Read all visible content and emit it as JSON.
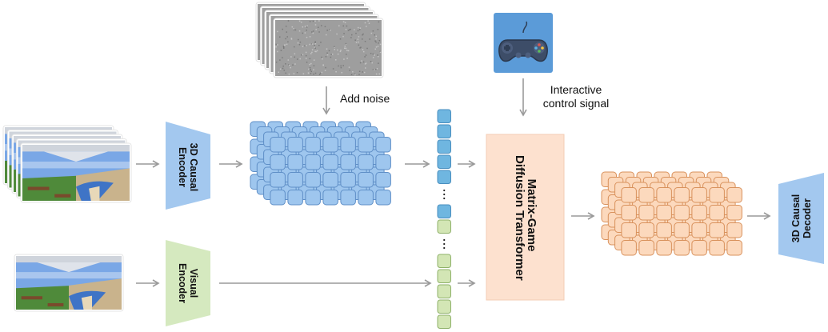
{
  "title": "Matrix-Game architecture diagram",
  "colors": {
    "latent_blue": "#9ec6ee",
    "latent_blue_border": "#5f8fc7",
    "token_blue": "#6fb6e0",
    "token_green": "#d3e6b5",
    "token_green_border": "#8fb16a",
    "output_orange": "#fcd9bd",
    "output_orange_border": "#d9925d",
    "encoder_blue": "#a3c8ef",
    "visual_encoder_green": "#d5e9bf",
    "dit_fill": "#fde1cf",
    "gamepad_bg": "#5b9bd8",
    "arrow": "#9a9a9a"
  },
  "inputs": {
    "video_frames": {
      "label": "input-video-frames",
      "count": 5
    },
    "reference_image": {
      "label": "reference-image"
    },
    "noise_frames": {
      "label": "noise-frames",
      "count": 5
    },
    "controller_icon": "gamepad-icon"
  },
  "labels": {
    "add_noise": "Add noise",
    "control_signal_line1": "Interactive",
    "control_signal_line2": "control signal"
  },
  "modules": {
    "causal_encoder": {
      "line1": "3D Causal",
      "line2": "Encoder"
    },
    "visual_encoder": {
      "line1": "Visual",
      "line2": "Encoder"
    },
    "dit": {
      "line1": "Matrix-Game",
      "line2": "Diffusion Transformer"
    },
    "causal_decoder": {
      "line1": "3D Causal",
      "line2": "Decoder"
    }
  },
  "latent_grid": {
    "columns": 7,
    "rows": 4,
    "layers": 4
  },
  "token_sequence": {
    "blue_head": 5,
    "blue_tail": 1,
    "green_head": 1,
    "green_tail": 5,
    "ellipsis": "⋮"
  }
}
